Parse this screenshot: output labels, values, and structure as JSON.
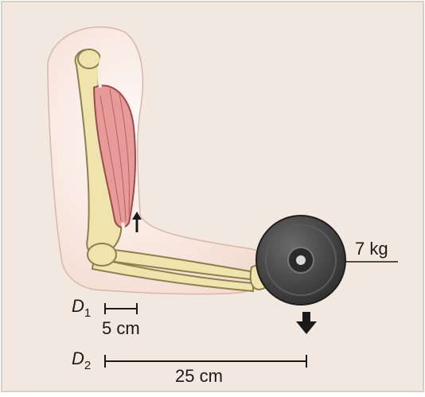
{
  "figure": {
    "colors": {
      "background": "#f2e8df",
      "skin": "#fbf1eb",
      "bone": "#efe3ae",
      "bone_outline": "#8f7f4d",
      "muscle": "#e69a9a",
      "muscle_outline": "#9c4a4a",
      "weight_plate": "#4a4a4a",
      "arrow": "#1a1a1a"
    },
    "weight": {
      "label": "7 kg",
      "icon": "weight-plate-icon"
    },
    "distances": [
      {
        "symbol": "D",
        "subscript": "1",
        "value": "5 cm"
      },
      {
        "symbol": "D",
        "subscript": "2",
        "value": "25 cm"
      }
    ],
    "arrows": [
      {
        "icon": "muscle-force-arrow-icon"
      },
      {
        "icon": "weight-force-arrow-icon"
      }
    ]
  }
}
